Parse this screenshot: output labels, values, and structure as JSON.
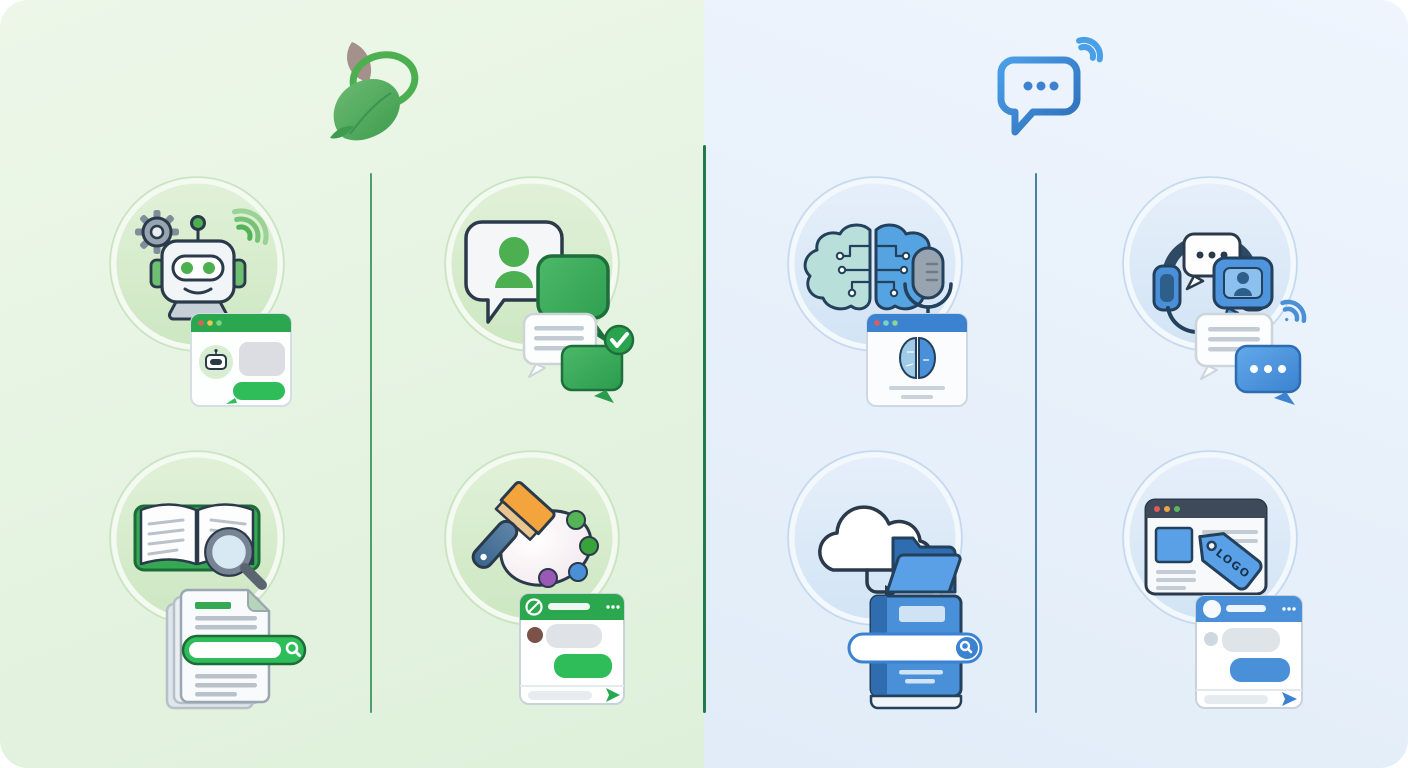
{
  "illustration": {
    "kind": "two-product feature comparison",
    "center_divider_color": "#217a4b",
    "corner_radius": 28,
    "left_panel": {
      "theme_color": "#34a853",
      "background": "#e6f3e2",
      "column_divider_color": "#4f9e6e",
      "logo": {
        "icon": "leaf-speech-bubble-logo"
      },
      "features": [
        {
          "id": "chatbot",
          "main_icon": "robot-gear-wifi-icon",
          "badge_icon": "chat-browser-window-card"
        },
        {
          "id": "conversations",
          "main_icon": "user-chat-bubbles-icon",
          "badge_icon": "verified-chat-bubbles-badge"
        },
        {
          "id": "knowledge",
          "main_icon": "open-book-magnifier-icon",
          "badge_icon": "documents-search-bar-card"
        },
        {
          "id": "customization",
          "main_icon": "paintbrush-palette-icon",
          "badge_icon": "chat-window-card"
        }
      ]
    },
    "right_panel": {
      "theme_color": "#3b82d0",
      "background": "#e8f1fb",
      "column_divider_color": "#4a7fa5",
      "logo": {
        "icon": "speech-bubble-wifi-logo"
      },
      "features": [
        {
          "id": "ai-voice",
          "main_icon": "ai-brain-microphone-icon",
          "badge_icon": "brain-browser-window-card"
        },
        {
          "id": "live-support",
          "main_icon": "headset-chat-icon",
          "badge_icon": "chat-bubbles-wifi-badge"
        },
        {
          "id": "cloud-library",
          "main_icon": "cloud-folder-icon",
          "badge_icon": "book-search-bar-card"
        },
        {
          "id": "branding",
          "main_icon": "browser-logo-tag-icon",
          "badge_icon": "chat-window-card",
          "tag_text": "LOGO"
        }
      ]
    }
  }
}
